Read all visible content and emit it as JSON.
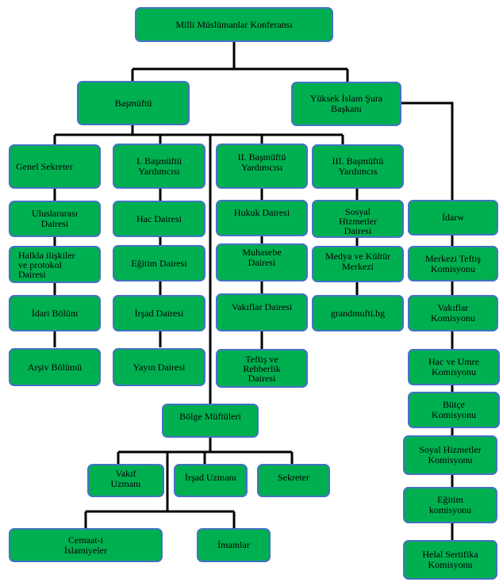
{
  "nodes": {
    "root": "Milli Müslümanlar Konferansı",
    "basmufti": "Başmüftü",
    "yuksek_islam_sura": "Yüksek İslam Şura\nBaşkanı",
    "genel_sekreter": "Genel Sekreter",
    "yardimci_1": "I. Başmüftü\nYardımcısı",
    "yardimci_2": "II. Başmüftü\nYardımcısı",
    "yardimci_3": "III. Başmüftü\nYardımcıs",
    "uluslararasi": "Uluslararası\nDairesi",
    "halkla_iliskiler": "Halkla ilişkiler\nve protokol\nDairesi",
    "idari_bolum": "İdari Bölüm",
    "arsiv_bolumu": "Arşiv Bölümü",
    "hac_dairesi": "Hac Dairesi",
    "egitim_dairesi": "Eğitim Dairesi",
    "irsad_dairesi": "İrşad Dairesi",
    "yayin_dairesi": "Yayın Dairesi",
    "hukuk_dairesi": "Hukuk Dairesi",
    "muhasebe_dairesi": "Muhasebe\nDairesi",
    "vakiflar_dairesi": "Vakıflar Dairesi",
    "teftis_rehberlik": "Teftiş ve\nRehberlik\nDairesi",
    "sosyal_hizmetler_dairesi": "Sosyal\nHizmetler\nDairesi",
    "medya_kultur": "Medya ve Kültür\nMerkezi",
    "grandmufti": "grandmufti.bg",
    "idarw": "İdarw",
    "merkezi_teftis": "Merkezi Teftiş\nKomisyonu",
    "vakiflar_komisyonu": "Vakıflar\nKomisyonu",
    "hac_umre_komisyonu": "Hac ve Umre\nKomisyonu",
    "butce_komisyonu": "Bütçe\nKomisyonu",
    "sosyal_hizmetler_komisyonu": "Soyal Hizmetler\nKomisyonu",
    "egitim_komisyonu": "Eğitim\nkomisyonu",
    "helal_sertifika": "Helal Sertifika\nKomisyonu",
    "bolge_muftuleri": "Bölge Müftüleri",
    "vakif_uzmani": "Vakıf\nUzmanı",
    "irsad_uzmani": "İrşad Uzmanı",
    "sekreter": "Sekreter",
    "cemaat_islamiyeler": "Cemaat-i\nİslamiyeler",
    "imamlar": "İmamlar"
  },
  "colors": {
    "box_fill": "#00b050",
    "box_border": "#4472c4",
    "connector": "#000000"
  }
}
